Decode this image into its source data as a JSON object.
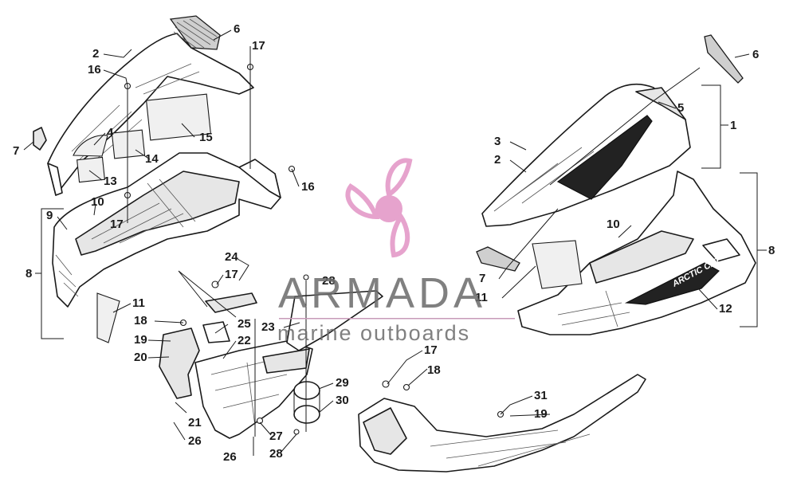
{
  "callouts": [
    {
      "id": "c1",
      "text": "1"
    },
    {
      "id": "c2a",
      "text": "2"
    },
    {
      "id": "c2b",
      "text": "2"
    },
    {
      "id": "c3",
      "text": "3"
    },
    {
      "id": "c4",
      "text": "4"
    },
    {
      "id": "c5",
      "text": "5"
    },
    {
      "id": "c6a",
      "text": "6"
    },
    {
      "id": "c6b",
      "text": "6"
    },
    {
      "id": "c7a",
      "text": "7"
    },
    {
      "id": "c7b",
      "text": "7"
    },
    {
      "id": "c8a",
      "text": "8"
    },
    {
      "id": "c8b",
      "text": "8"
    },
    {
      "id": "c9",
      "text": "9"
    },
    {
      "id": "c10a",
      "text": "10"
    },
    {
      "id": "c10b",
      "text": "10"
    },
    {
      "id": "c11a",
      "text": "11"
    },
    {
      "id": "c11b",
      "text": "11"
    },
    {
      "id": "c12",
      "text": "12"
    },
    {
      "id": "c13",
      "text": "13"
    },
    {
      "id": "c14",
      "text": "14"
    },
    {
      "id": "c15",
      "text": "15"
    },
    {
      "id": "c16a",
      "text": "16"
    },
    {
      "id": "c16b",
      "text": "16"
    },
    {
      "id": "c17a",
      "text": "17"
    },
    {
      "id": "c17b",
      "text": "17"
    },
    {
      "id": "c17c",
      "text": "17"
    },
    {
      "id": "c17d",
      "text": "17"
    },
    {
      "id": "c18a",
      "text": "18"
    },
    {
      "id": "c18b",
      "text": "18"
    },
    {
      "id": "c19a",
      "text": "19"
    },
    {
      "id": "c19b",
      "text": "19"
    },
    {
      "id": "c20",
      "text": "20"
    },
    {
      "id": "c21",
      "text": "21"
    },
    {
      "id": "c22",
      "text": "22"
    },
    {
      "id": "c23",
      "text": "23"
    },
    {
      "id": "c24",
      "text": "24"
    },
    {
      "id": "c25",
      "text": "25"
    },
    {
      "id": "c26a",
      "text": "26"
    },
    {
      "id": "c26b",
      "text": "26"
    },
    {
      "id": "c27",
      "text": "27"
    },
    {
      "id": "c28a",
      "text": "28"
    },
    {
      "id": "c28b",
      "text": "28"
    },
    {
      "id": "c29",
      "text": "29"
    },
    {
      "id": "c30",
      "text": "30"
    },
    {
      "id": "c31",
      "text": "31"
    }
  ],
  "decal_text": "ARCTIC CAT",
  "watermark": {
    "brand": "ARMADA",
    "tagline": "marine outboards",
    "logo_icon": "propeller-icon",
    "logo_color": "#e6a3cd",
    "text_color": "#6b6b6b"
  }
}
